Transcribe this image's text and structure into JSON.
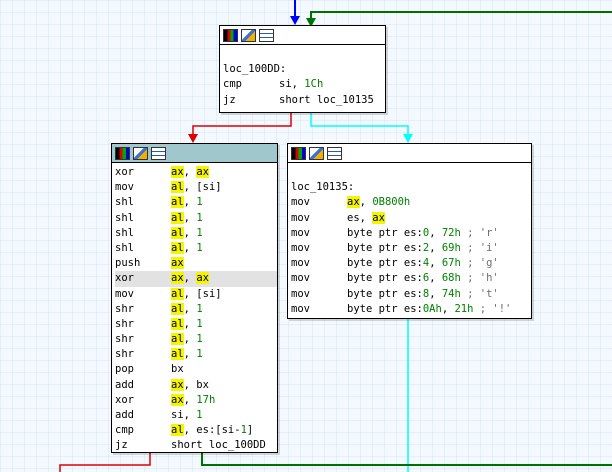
{
  "colors": {
    "edge_true": "#00a000",
    "edge_false": "#e00000",
    "edge_fall": "#00ffff",
    "edge_blue": "#0000ff",
    "edge_loop": "#006400",
    "register_highlight": "#f5f500",
    "number_color": "#008000",
    "comment_color": "#6d6d6d",
    "selected_header": "#9fc7cc"
  },
  "header_icons": [
    "graph-overview-icon",
    "edit-node-icon",
    "xref-list-icon"
  ],
  "nodes": [
    {
      "id": "top",
      "lines": [
        {
          "label": ""
        },
        {
          "label": "loc_100DD:"
        },
        {
          "mn": "cmp",
          "ops": [
            {
              "t": "si, ",
              "k": "txt"
            },
            {
              "t": "1Ch",
              "k": "num"
            }
          ]
        },
        {
          "mn": "jz",
          "ops": [
            {
              "t": "short loc_10135",
              "k": "txt"
            }
          ]
        }
      ]
    },
    {
      "id": "left",
      "lines": [
        {
          "mn": "xor",
          "ops": [
            {
              "t": "ax",
              "k": "reg"
            },
            {
              "t": ", ",
              "k": "txt"
            },
            {
              "t": "ax",
              "k": "reg"
            }
          ]
        },
        {
          "mn": "mov",
          "ops": [
            {
              "t": "al",
              "k": "reg"
            },
            {
              "t": ", [si]",
              "k": "txt"
            }
          ]
        },
        {
          "mn": "shl",
          "ops": [
            {
              "t": "al",
              "k": "reg"
            },
            {
              "t": ", ",
              "k": "txt"
            },
            {
              "t": "1",
              "k": "num"
            }
          ]
        },
        {
          "mn": "shl",
          "ops": [
            {
              "t": "al",
              "k": "reg"
            },
            {
              "t": ", ",
              "k": "txt"
            },
            {
              "t": "1",
              "k": "num"
            }
          ]
        },
        {
          "mn": "shl",
          "ops": [
            {
              "t": "al",
              "k": "reg"
            },
            {
              "t": ", ",
              "k": "txt"
            },
            {
              "t": "1",
              "k": "num"
            }
          ]
        },
        {
          "mn": "shl",
          "ops": [
            {
              "t": "al",
              "k": "reg"
            },
            {
              "t": ", ",
              "k": "txt"
            },
            {
              "t": "1",
              "k": "num"
            }
          ]
        },
        {
          "mn": "push",
          "ops": [
            {
              "t": "ax",
              "k": "reg"
            }
          ]
        },
        {
          "mn": "xor",
          "hl": true,
          "ops": [
            {
              "t": "ax",
              "k": "reg"
            },
            {
              "t": ", ",
              "k": "txt"
            },
            {
              "t": "ax",
              "k": "reg"
            }
          ]
        },
        {
          "mn": "mov",
          "ops": [
            {
              "t": "al",
              "k": "reg"
            },
            {
              "t": ", [si]",
              "k": "txt"
            }
          ]
        },
        {
          "mn": "shr",
          "ops": [
            {
              "t": "al",
              "k": "reg"
            },
            {
              "t": ", ",
              "k": "txt"
            },
            {
              "t": "1",
              "k": "num"
            }
          ]
        },
        {
          "mn": "shr",
          "ops": [
            {
              "t": "al",
              "k": "reg"
            },
            {
              "t": ", ",
              "k": "txt"
            },
            {
              "t": "1",
              "k": "num"
            }
          ]
        },
        {
          "mn": "shr",
          "ops": [
            {
              "t": "al",
              "k": "reg"
            },
            {
              "t": ", ",
              "k": "txt"
            },
            {
              "t": "1",
              "k": "num"
            }
          ]
        },
        {
          "mn": "shr",
          "ops": [
            {
              "t": "al",
              "k": "reg"
            },
            {
              "t": ", ",
              "k": "txt"
            },
            {
              "t": "1",
              "k": "num"
            }
          ]
        },
        {
          "mn": "pop",
          "ops": [
            {
              "t": "bx",
              "k": "txt"
            }
          ]
        },
        {
          "mn": "add",
          "ops": [
            {
              "t": "ax",
              "k": "reg"
            },
            {
              "t": ", bx",
              "k": "txt"
            }
          ]
        },
        {
          "mn": "xor",
          "ops": [
            {
              "t": "ax",
              "k": "reg"
            },
            {
              "t": ", ",
              "k": "txt"
            },
            {
              "t": "17h",
              "k": "num"
            }
          ]
        },
        {
          "mn": "add",
          "ops": [
            {
              "t": "si, ",
              "k": "txt"
            },
            {
              "t": "1",
              "k": "num"
            }
          ]
        },
        {
          "mn": "cmp",
          "ops": [
            {
              "t": "al",
              "k": "reg"
            },
            {
              "t": ", es:[si-",
              "k": "txt"
            },
            {
              "t": "1",
              "k": "num"
            },
            {
              "t": "]",
              "k": "txt"
            }
          ]
        },
        {
          "mn": "jz",
          "ops": [
            {
              "t": "short loc_100DD",
              "k": "txt"
            }
          ]
        }
      ]
    },
    {
      "id": "right",
      "lines": [
        {
          "label": ""
        },
        {
          "label": "loc_10135:"
        },
        {
          "mn": "mov",
          "ops": [
            {
              "t": "ax",
              "k": "reg"
            },
            {
              "t": ", ",
              "k": "txt"
            },
            {
              "t": "0B800h",
              "k": "num"
            }
          ]
        },
        {
          "mn": "mov",
          "ops": [
            {
              "t": "es, ",
              "k": "txt"
            },
            {
              "t": "ax",
              "k": "reg"
            }
          ]
        },
        {
          "mn": "mov",
          "ops": [
            {
              "t": "byte ptr es:",
              "k": "txt"
            },
            {
              "t": "0",
              "k": "num"
            },
            {
              "t": ", ",
              "k": "txt"
            },
            {
              "t": "72h",
              "k": "num"
            },
            {
              "t": " ; 'r'",
              "k": "cmt"
            }
          ]
        },
        {
          "mn": "mov",
          "ops": [
            {
              "t": "byte ptr es:",
              "k": "txt"
            },
            {
              "t": "2",
              "k": "num"
            },
            {
              "t": ", ",
              "k": "txt"
            },
            {
              "t": "69h",
              "k": "num"
            },
            {
              "t": " ; 'i'",
              "k": "cmt"
            }
          ]
        },
        {
          "mn": "mov",
          "ops": [
            {
              "t": "byte ptr es:",
              "k": "txt"
            },
            {
              "t": "4",
              "k": "num"
            },
            {
              "t": ", ",
              "k": "txt"
            },
            {
              "t": "67h",
              "k": "num"
            },
            {
              "t": " ; 'g'",
              "k": "cmt"
            }
          ]
        },
        {
          "mn": "mov",
          "ops": [
            {
              "t": "byte ptr es:",
              "k": "txt"
            },
            {
              "t": "6",
              "k": "num"
            },
            {
              "t": ", ",
              "k": "txt"
            },
            {
              "t": "68h",
              "k": "num"
            },
            {
              "t": " ; 'h'",
              "k": "cmt"
            }
          ]
        },
        {
          "mn": "mov",
          "ops": [
            {
              "t": "byte ptr es:",
              "k": "txt"
            },
            {
              "t": "8",
              "k": "num"
            },
            {
              "t": ", ",
              "k": "txt"
            },
            {
              "t": "74h",
              "k": "num"
            },
            {
              "t": " ; 't'",
              "k": "cmt"
            }
          ]
        },
        {
          "mn": "mov",
          "ops": [
            {
              "t": "byte ptr es:",
              "k": "txt"
            },
            {
              "t": "0Ah",
              "k": "num"
            },
            {
              "t": ", ",
              "k": "txt"
            },
            {
              "t": "21h",
              "k": "num"
            },
            {
              "t": " ; '!'",
              "k": "cmt"
            }
          ]
        }
      ]
    }
  ]
}
